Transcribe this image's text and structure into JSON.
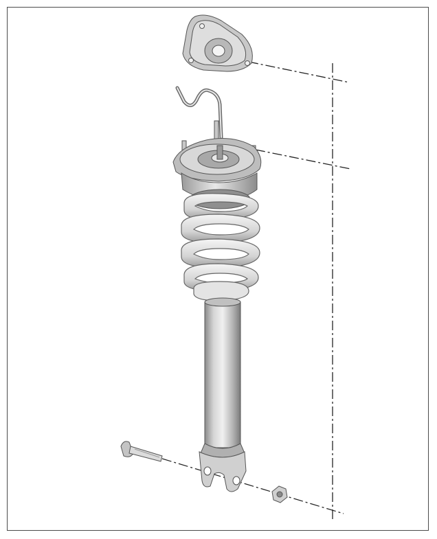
{
  "diagram": {
    "parts": [
      {
        "id": "upper-mount-plate",
        "icon": "mount-plate-icon"
      },
      {
        "id": "wire-bracket",
        "icon": "wire-bracket-icon"
      },
      {
        "id": "strut-top-mount",
        "icon": "strut-mount-icon"
      },
      {
        "id": "coil-spring",
        "icon": "coil-spring-icon"
      },
      {
        "id": "shock-absorber-body",
        "icon": "shock-absorber-icon"
      },
      {
        "id": "lower-bolt",
        "icon": "bolt-icon"
      },
      {
        "id": "lower-nut",
        "icon": "nut-icon"
      }
    ],
    "colors": {
      "frame": "#4a4a4a",
      "metal_light": "#e6e6e6",
      "metal_mid": "#b4b4b4",
      "metal_dark": "#7a7a7a",
      "leader": "#222222"
    }
  }
}
